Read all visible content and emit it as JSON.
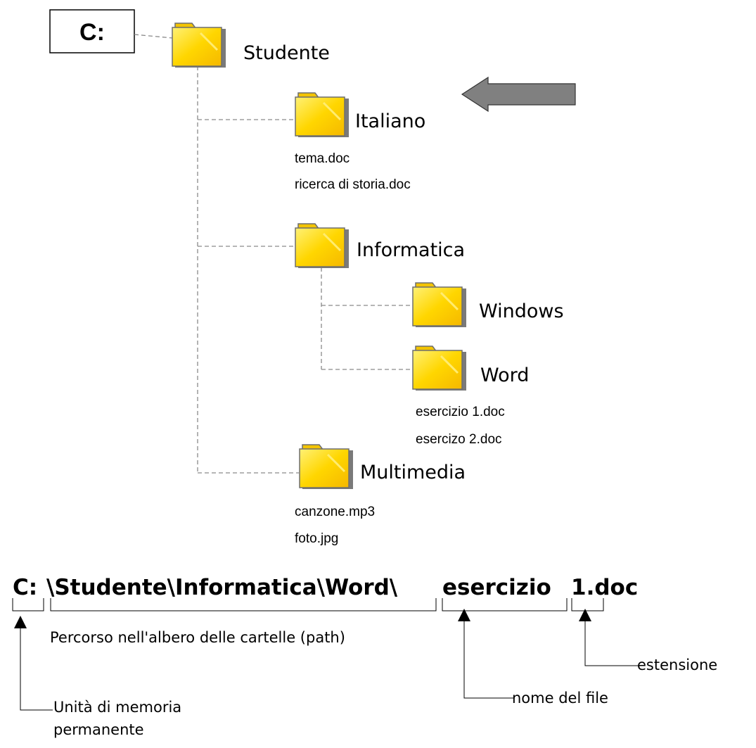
{
  "drive_label": "C:",
  "folders": {
    "studente": "Studente",
    "italiano": "Italiano",
    "informatica": "Informatica",
    "windows": "Windows",
    "word": "Word",
    "multimedia": "Multimedia"
  },
  "files": {
    "italiano": [
      "tema.doc",
      "ricerca di storia.doc"
    ],
    "word": [
      "esercizio 1.doc",
      "esercizo 2.doc"
    ],
    "multimedia": [
      "canzone.mp3",
      "foto.jpg"
    ]
  },
  "path": {
    "drive": "C:",
    "folders": "\\Studente\\Informatica\\Word\\",
    "name": "esercizio",
    "ext": "1.doc"
  },
  "annotations": {
    "path_caption": "Percorso nell'albero delle cartelle (path)",
    "extension": "estensione",
    "filename": "nome del file",
    "drive_line1": "Unità di memoria",
    "drive_line2": "permanente"
  },
  "colors": {
    "folder_front": "#ffd600",
    "folder_back": "#f0c200",
    "folder_edge": "#6e6e6e",
    "arrow_fill": "#808080",
    "connector": "#8a8a8a"
  }
}
